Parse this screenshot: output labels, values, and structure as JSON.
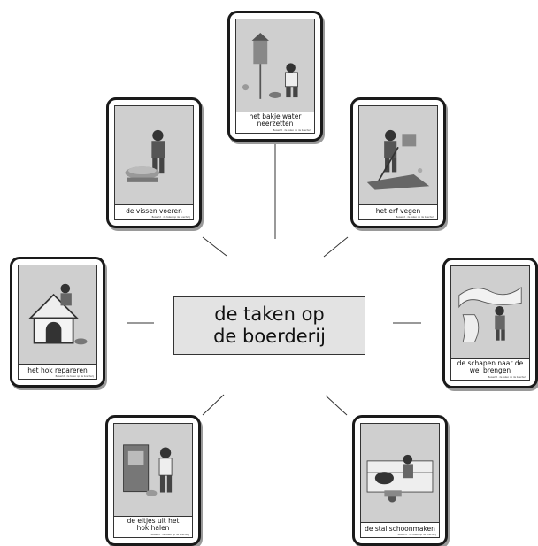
{
  "center": {
    "line1": "de taken op",
    "line2": "de boerderij"
  },
  "cards": [
    {
      "id": "bakje-water",
      "caption_lines": [
        "het bakje water",
        "neerzetten"
      ],
      "credit": "Bewerkt · de taken op de boerderij"
    },
    {
      "id": "vissen-voeren",
      "caption_lines": [
        "de vissen voeren"
      ],
      "credit": "Bewerkt · de taken op de boerderij"
    },
    {
      "id": "erf-vegen",
      "caption_lines": [
        "het erf vegen"
      ],
      "credit": "Bewerkt · de taken op de boerderij"
    },
    {
      "id": "hok-repareren",
      "caption_lines": [
        "het hok repareren"
      ],
      "credit": "Bewerkt · de taken op de boerderij"
    },
    {
      "id": "schapen-wei",
      "caption_lines": [
        "de schapen naar de",
        "wei brengen"
      ],
      "credit": "Bewerkt · de taken op de boerderij"
    },
    {
      "id": "eitjes-halen",
      "caption_lines": [
        "de eitjes uit het",
        "hok halen"
      ],
      "credit": "Bewerkt · de taken op de boerderij"
    },
    {
      "id": "stal-schoonmaken",
      "caption_lines": [
        "de stal schoonmaken"
      ],
      "credit": "Bewerkt · de taken op de boerderij"
    }
  ],
  "colors": {
    "card_border": "#1a1a1a",
    "picture_bg": "#cfcfcf",
    "center_bg": "#e3e3e3"
  }
}
